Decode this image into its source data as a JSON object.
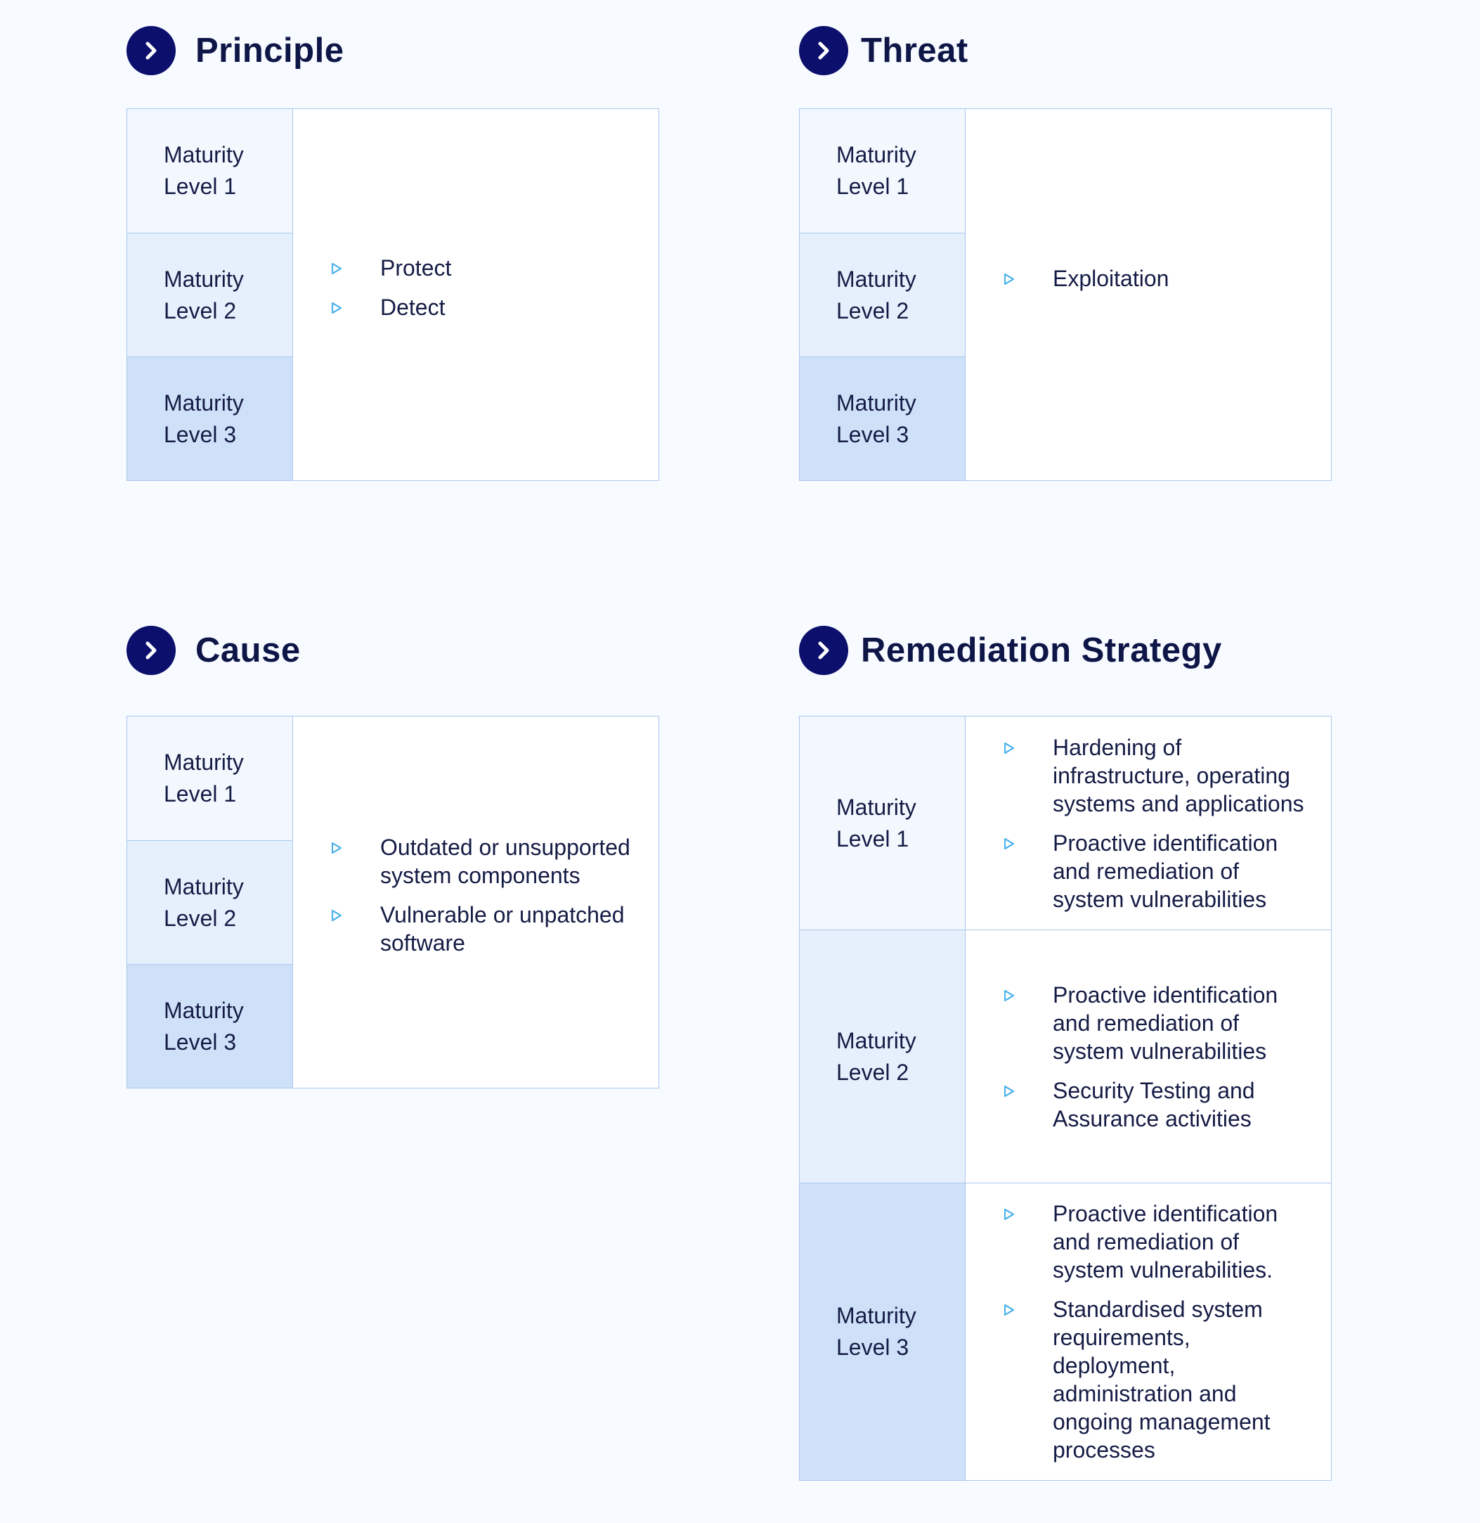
{
  "colors": {
    "page_background": "#f7faff",
    "heading_icon": "#0c0f6b",
    "heading_text": "#0e1647",
    "border": "#a9c8ee",
    "level1_fill": "#f3f8ff",
    "level2_fill": "#e6f0fd",
    "level3_fill": "#cfe1f8",
    "bullet": "#4fb3ea"
  },
  "icons": {
    "heading": "chevron-right-circle-icon",
    "bullet": "triangle-right-outline-icon"
  },
  "principle": {
    "title": "Principle",
    "levels": [
      "Maturity\nLevel 1",
      "Maturity\nLevel 2",
      "Maturity\nLevel 3"
    ],
    "items": [
      "Protect",
      "Detect"
    ]
  },
  "threat": {
    "title": "Threat",
    "levels": [
      "Maturity\nLevel 1",
      "Maturity\nLevel 2",
      "Maturity\nLevel 3"
    ],
    "items": [
      "Exploitation"
    ]
  },
  "cause": {
    "title": "Cause",
    "levels": [
      "Maturity\nLevel 1",
      "Maturity\nLevel 2",
      "Maturity\nLevel 3"
    ],
    "items": [
      "Outdated or unsupported\nsystem components",
      "Vulnerable or unpatched\nsoftware"
    ]
  },
  "remediation": {
    "title": "Remediation Strategy",
    "levels": [
      "Maturity\nLevel 1",
      "Maturity\nLevel 2",
      "Maturity\nLevel 3"
    ],
    "rows": [
      {
        "items": [
          "Hardening of\ninfrastructure, operating\nsystems and applications",
          "Proactive identification\nand remediation of\nsystem vulnerabilities"
        ]
      },
      {
        "items": [
          "Proactive identification\nand remediation of\nsystem vulnerabilities",
          "Security Testing and\nAssurance activities"
        ]
      },
      {
        "items": [
          "Proactive identification\nand remediation of\nsystem vulnerabilities.",
          "Standardised system\nrequirements,\ndeployment,\nadministration and\nongoing management\nprocesses"
        ]
      }
    ]
  }
}
